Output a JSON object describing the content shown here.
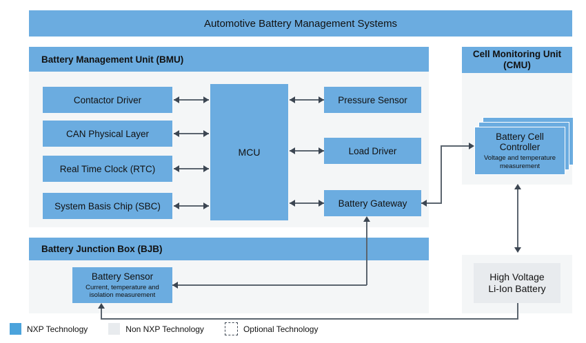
{
  "page": {
    "title": "Automotive Battery Management Systems",
    "background": "#ffffff"
  },
  "colors": {
    "nxp_blue": "#6BACE0",
    "legend_blue": "#4BA3DC",
    "non_nxp_grey": "#E8EBEE",
    "panel_grey": "#F4F6F7",
    "connector": "#5A646E",
    "text": "#111111"
  },
  "panels": {
    "bmu": {
      "header": "Battery Management Unit (BMU)",
      "left_blocks": [
        {
          "label": "Contactor Driver"
        },
        {
          "label": "CAN Physical Layer"
        },
        {
          "label": "Real Time Clock (RTC)"
        },
        {
          "label": "System Basis Chip (SBC)"
        }
      ],
      "center_block": {
        "label": "MCU"
      },
      "right_blocks": [
        {
          "label": "Pressure Sensor"
        },
        {
          "label": "Load Driver"
        },
        {
          "label": "Battery Gateway"
        }
      ]
    },
    "bjb": {
      "header": "Battery Junction Box (BJB)",
      "blocks": [
        {
          "title": "Battery Sensor",
          "subtitle_line1": "Current, temperature and",
          "subtitle_line2": "isolation measurement"
        }
      ]
    },
    "cmu": {
      "header_line1": "Cell Monitoring Unit",
      "header_line2": "(CMU)",
      "stack_count": 3,
      "blocks": [
        {
          "title_line1": "Battery Cell",
          "title_line2": "Controller",
          "subtitle_line1": "Voltage and temperature",
          "subtitle_line2": "measurement"
        }
      ]
    },
    "hv_battery": {
      "title_line1": "High Voltage",
      "title_line2": "Li-Ion Battery"
    }
  },
  "legend": {
    "items": [
      {
        "label": "NXP Technology",
        "swatch": "solid-blue-swatch"
      },
      {
        "label": "Non NXP Technology",
        "swatch": "solid-grey-swatch"
      },
      {
        "label": "Optional Technology",
        "swatch": "dashed-outline-swatch"
      }
    ]
  },
  "connections": [
    {
      "from": "Contactor Driver",
      "to": "MCU",
      "type": "bidirectional"
    },
    {
      "from": "CAN Physical Layer",
      "to": "MCU",
      "type": "bidirectional"
    },
    {
      "from": "Real Time Clock (RTC)",
      "to": "MCU",
      "type": "bidirectional"
    },
    {
      "from": "System Basis Chip (SBC)",
      "to": "MCU",
      "type": "bidirectional"
    },
    {
      "from": "MCU",
      "to": "Pressure Sensor",
      "type": "bidirectional"
    },
    {
      "from": "MCU",
      "to": "Load Driver",
      "type": "bidirectional"
    },
    {
      "from": "MCU",
      "to": "Battery Gateway",
      "type": "bidirectional"
    },
    {
      "from": "Battery Gateway",
      "to": "Battery Cell Controller",
      "type": "bidirectional"
    },
    {
      "from": "Battery Sensor",
      "to": "Battery Gateway",
      "type": "unidirectional"
    },
    {
      "from": "Cell Monitoring Unit (CMU)",
      "to": "High Voltage Li-Ion Battery",
      "type": "bidirectional"
    },
    {
      "from": "High Voltage Li-Ion Battery",
      "to": "Battery Sensor",
      "type": "unidirectional"
    }
  ]
}
